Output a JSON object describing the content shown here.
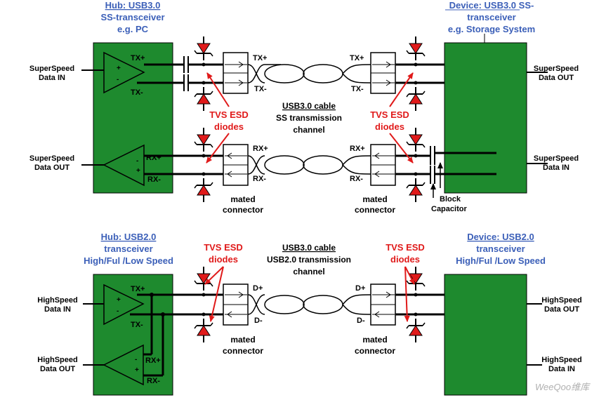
{
  "usb3": {
    "hub": {
      "line1": "Hub: USB3.0",
      "line2": "SS-transceiver",
      "line3": "e.g. PC"
    },
    "device": {
      "line1": "Device: USB3.0 SS-",
      "line2": "transceiver",
      "line3": "e.g. Storage System"
    },
    "left_in": [
      "SuperSpeed",
      "Data IN"
    ],
    "left_out": [
      "SuperSpeed",
      "Data OUT"
    ],
    "right_out": [
      "SuperSpeed",
      "Data OUT"
    ],
    "right_in": [
      "SuperSpeed",
      "Data IN"
    ],
    "pins": {
      "tx_plus": "TX+",
      "tx_minus": "TX-",
      "rx_plus": "RX+",
      "rx_minus": "RX-"
    },
    "cable": {
      "line1": "USB3.0 cable",
      "line2": "SS transmission",
      "line3": "channel"
    },
    "tvs_left": [
      "TVS ESD",
      "diodes"
    ],
    "tvs_right": [
      "TVS ESD",
      "diodes"
    ],
    "mated_left": [
      "mated",
      "connector"
    ],
    "mated_right": [
      "mated",
      "connector"
    ],
    "block_cap": [
      "Block",
      "Capacitor"
    ]
  },
  "usb2": {
    "hub": {
      "line1": "Hub: USB2.0",
      "line2": "transceiver",
      "line3": "High/Ful /Low Speed"
    },
    "device": {
      "line1": "Device: USB2.0",
      "line2": "transceiver",
      "line3": "High/Ful /Low Speed"
    },
    "left_in": [
      "HighSpeed",
      "Data IN"
    ],
    "left_out": [
      "HighSpeed",
      "Data OUT"
    ],
    "right_out": [
      "HighSpeed",
      "Data OUT"
    ],
    "right_in": [
      "HighSpeed",
      "Data IN"
    ],
    "pins": {
      "tx_plus": "TX+",
      "tx_minus": "TX-",
      "rx_plus": "RX+",
      "rx_minus": "RX-",
      "d_plus": "D+",
      "d_minus": "D-"
    },
    "cable": {
      "line1": "USB3.0 cable",
      "line2": "USB2.0 transmission",
      "line3": "channel"
    },
    "tvs_left": [
      "TVS ESD",
      "diodes"
    ],
    "tvs_right": [
      "TVS ESD",
      "diodes"
    ],
    "mated_left": [
      "mated",
      "connector"
    ],
    "mated_right": [
      "mated",
      "connector"
    ]
  },
  "amp_signs": {
    "plus": "+",
    "minus": "-"
  },
  "watermark": "WeeQoo维库",
  "colors": {
    "box_green": "#1e8a2e",
    "diode_red": "#e01a1a",
    "label_blue": "#3b5fb8",
    "arrow_red": "#e01a1a"
  }
}
